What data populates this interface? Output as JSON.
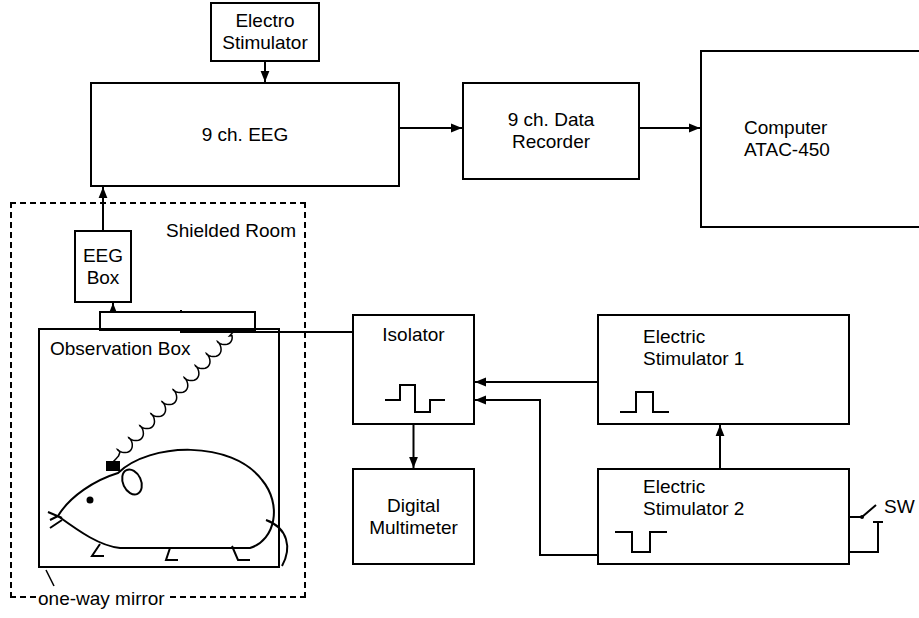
{
  "diagram": {
    "nodes": [
      {
        "text": [
          "Electro Stimulator"
        ]
      },
      {
        "text": [
          "9 ch. EEG"
        ]
      },
      {
        "text": [
          "9 ch. Data Recorder"
        ]
      },
      {
        "text": [
          "Computer ATAC-450"
        ]
      },
      {
        "text": [
          "Shielded Room"
        ]
      },
      {
        "text": [
          "EEG Box"
        ],
        "in": 4
      },
      {
        "text": [
          "Observation Box"
        ],
        "in": 4
      },
      {
        "text": [
          "Isolator"
        ]
      },
      {
        "text": [
          "Electric Stimulator 1"
        ]
      },
      {
        "text": [
          "Digital Multimeter"
        ]
      },
      {
        "text": [
          "Electric Stimulator 2"
        ]
      }
    ],
    "edges": [
      {
        "from": 0,
        "to": 1,
        "arrow": "to"
      },
      {
        "from": 1,
        "to": 2,
        "arrow": "to"
      },
      {
        "from": 2,
        "to": 3,
        "arrow": "to"
      },
      {
        "from": 5,
        "to": 1,
        "arrow": "to"
      },
      {
        "from": 6,
        "to": 5,
        "arrow": "to"
      },
      {
        "from": 7,
        "to": 6,
        "arrow": "to"
      },
      {
        "from": 8,
        "to": 7,
        "arrow": "to"
      },
      {
        "from": 10,
        "to": 7,
        "arrow": "to"
      },
      {
        "from": 7,
        "to": 9,
        "arrow": "to"
      },
      {
        "from": 10,
        "to": 8,
        "arrow": "to"
      }
    ],
    "labels": [
      "one-way mirror",
      "SW"
    ]
  }
}
